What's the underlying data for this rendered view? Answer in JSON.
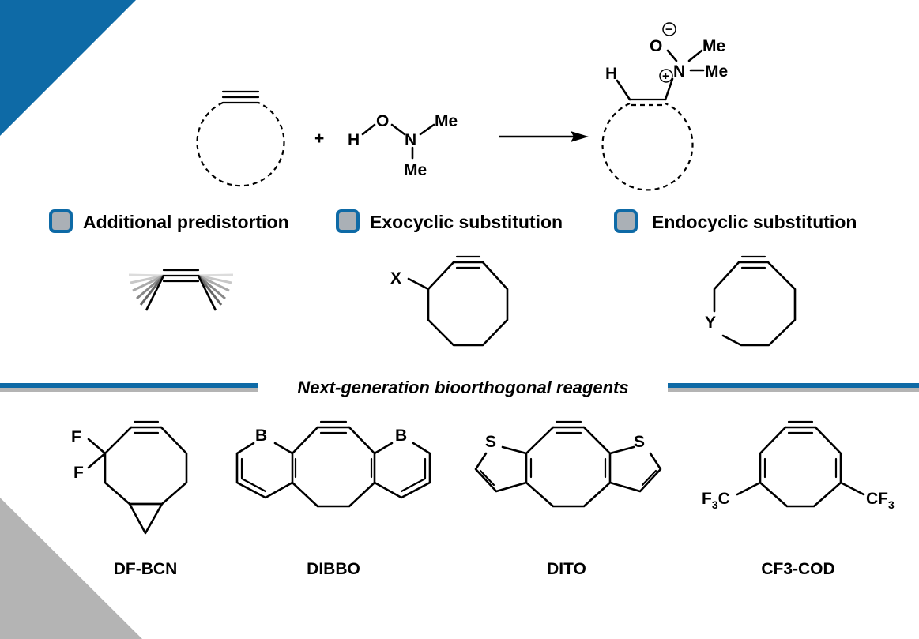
{
  "colors": {
    "accent_blue": "#0e6aa6",
    "accent_gray": "#b4b4b4",
    "checkbox_fill": "#aab0b6"
  },
  "reaction": {
    "plus": "+",
    "reagent_atoms": {
      "h": "H",
      "o": "O",
      "n": "N",
      "me1": "Me",
      "me2": "Me"
    },
    "product_atoms": {
      "h": "H",
      "o": "O",
      "n": "N",
      "me1": "Me",
      "me2": "Me",
      "neg_charge": "−",
      "pos_charge": "+"
    }
  },
  "features": [
    {
      "label": "Additional predistortion",
      "icon": "checkbox-icon"
    },
    {
      "label": "Exocyclic substitution",
      "icon": "checkbox-icon",
      "substituent": "X"
    },
    {
      "label": "Endocyclic substitution",
      "icon": "checkbox-icon",
      "heteroatom": "Y"
    }
  ],
  "section": {
    "title": "Next-generation bioorthogonal reagents"
  },
  "compounds": [
    {
      "name": "DF-BCN",
      "atoms": {
        "f1": "F",
        "f2": "F"
      }
    },
    {
      "name": "DIBBO",
      "atoms": {
        "b1": "B",
        "b2": "B"
      }
    },
    {
      "name": "DITO",
      "atoms": {
        "s1": "S",
        "s2": "S"
      }
    },
    {
      "name": "CF3-COD",
      "atoms": {
        "cf3_left_main": "F",
        "cf3_left_sub": "3",
        "cf3_left_end": "C",
        "cf3_right_main": "CF",
        "cf3_right_sub": "3"
      }
    }
  ]
}
